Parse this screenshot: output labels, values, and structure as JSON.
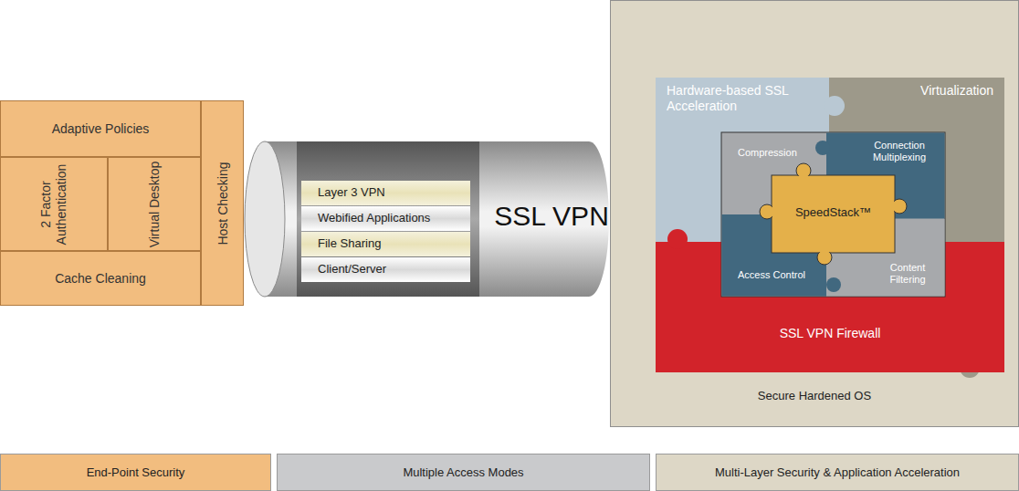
{
  "diagram": {
    "nodes": [
      {
        "text": [
          "Adaptive Policies"
        ]
      },
      {
        "text": [
          "2 Factor Authentication"
        ]
      },
      {
        "text": [
          "Virtual Desktop"
        ]
      },
      {
        "text": [
          "Cache Cleaning"
        ]
      },
      {
        "text": [
          "Host Checking"
        ]
      },
      {
        "text": [
          "SSL VPN"
        ]
      },
      {
        "text": [
          "Layer 3 VPN"
        ],
        "in": 5
      },
      {
        "text": [
          "Webified Applications"
        ],
        "in": 5
      },
      {
        "text": [
          "File Sharing"
        ],
        "in": 5
      },
      {
        "text": [
          "Client/Server"
        ],
        "in": 5
      },
      {
        "text": [
          "Secure Hardened OS"
        ]
      },
      {
        "text": [
          "Hardware-based SSL Acceleration"
        ],
        "in": 10
      },
      {
        "text": [
          "Virtualization"
        ],
        "in": 10
      },
      {
        "text": [
          "Compression"
        ],
        "in": 10
      },
      {
        "text": [
          "Connection Multiplexing"
        ],
        "in": 10
      },
      {
        "text": [
          "SpeedStack™"
        ],
        "in": 10
      },
      {
        "text": [
          "Access Control"
        ],
        "in": 10
      },
      {
        "text": [
          "Content Filtering"
        ],
        "in": 10
      },
      {
        "text": [
          "SSL VPN Firewall"
        ],
        "in": 10
      }
    ],
    "legend": [
      {
        "text": "End-Point Security",
        "color": "#f2bd7f"
      },
      {
        "text": "Multiple Access Modes",
        "color": "#c9cacc"
      },
      {
        "text": "Multi-Layer Security & Application Acceleration",
        "color": "#ddd7c6"
      }
    ]
  }
}
